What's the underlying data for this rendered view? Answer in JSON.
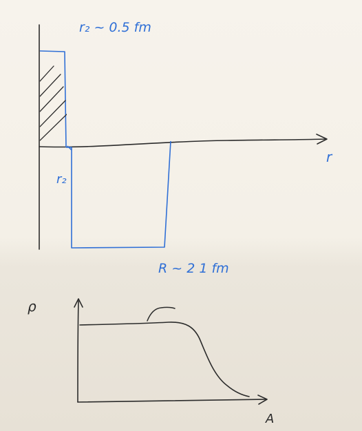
{
  "colors": {
    "paper_top": "#f6f2ea",
    "paper_bottom": "#e9e4da",
    "ink_black": "#2b2b2b",
    "ink_blue": "#2f6fd6"
  },
  "top_diagram": {
    "label_r2_value": "r₂ ~ 0.5 fm",
    "label_r_axis": "r",
    "label_r2_tick": "r₂",
    "label_R_value": "R ~ 2 1 fm"
  },
  "bottom_diagram": {
    "label_rho": "ρ",
    "label_A": "A"
  }
}
